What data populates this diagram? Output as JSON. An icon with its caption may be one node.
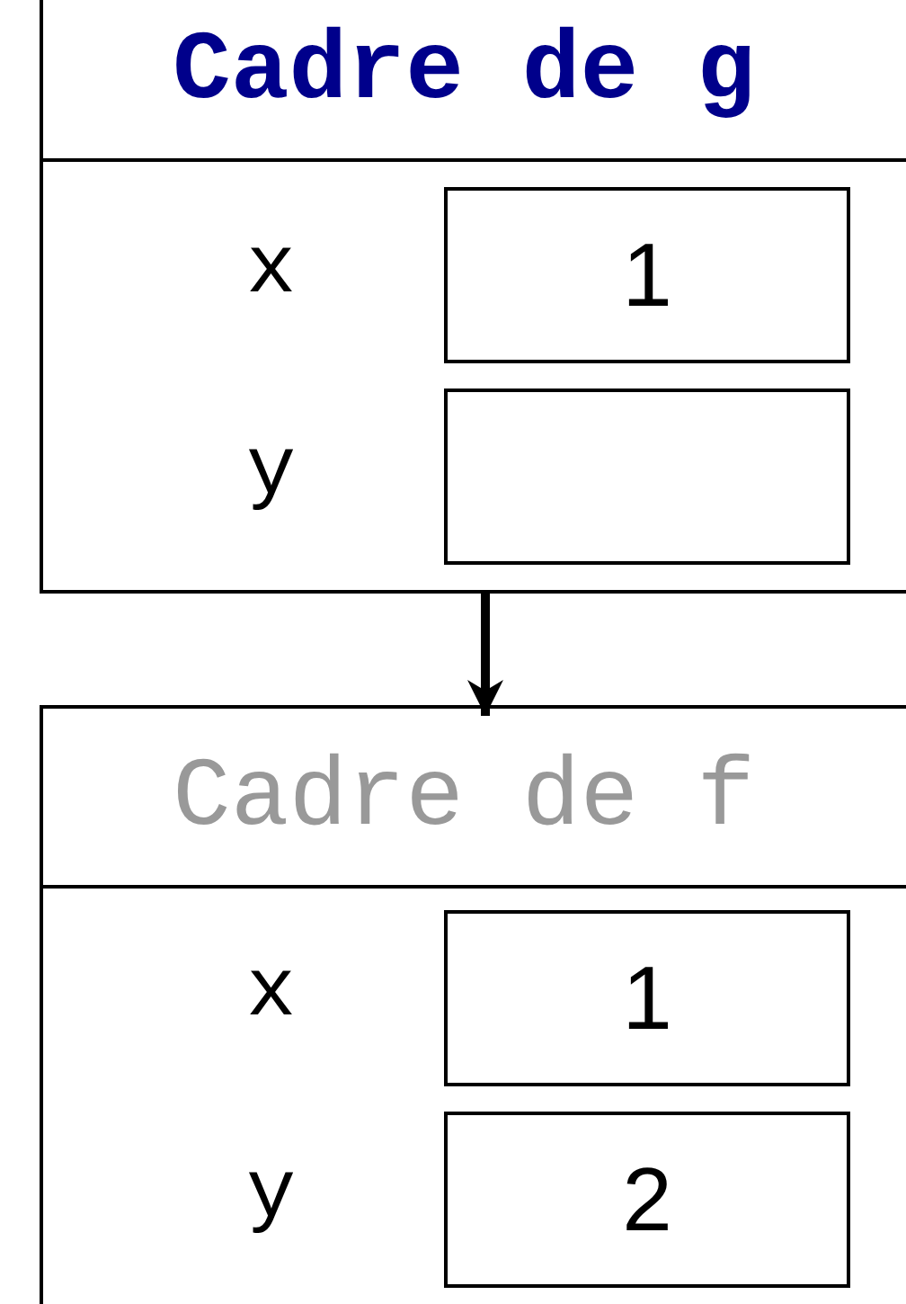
{
  "diagram": {
    "nodes": [
      {
        "text": [
          "Cadre de g"
        ]
      },
      {
        "text": [
          "1"
        ],
        "beside": [
          "x"
        ],
        "in": 0
      },
      {
        "text": [],
        "shape": "box",
        "beside": [
          "y"
        ],
        "in": 0
      },
      {
        "text": [
          "Cadre de f"
        ]
      },
      {
        "text": [
          "1"
        ],
        "beside": [
          "x"
        ],
        "in": 3
      },
      {
        "text": [
          "2"
        ],
        "beside": [
          "y"
        ],
        "in": 3
      }
    ],
    "edges": [
      {
        "from": 0,
        "to": 3,
        "arrow": "to"
      }
    ]
  }
}
